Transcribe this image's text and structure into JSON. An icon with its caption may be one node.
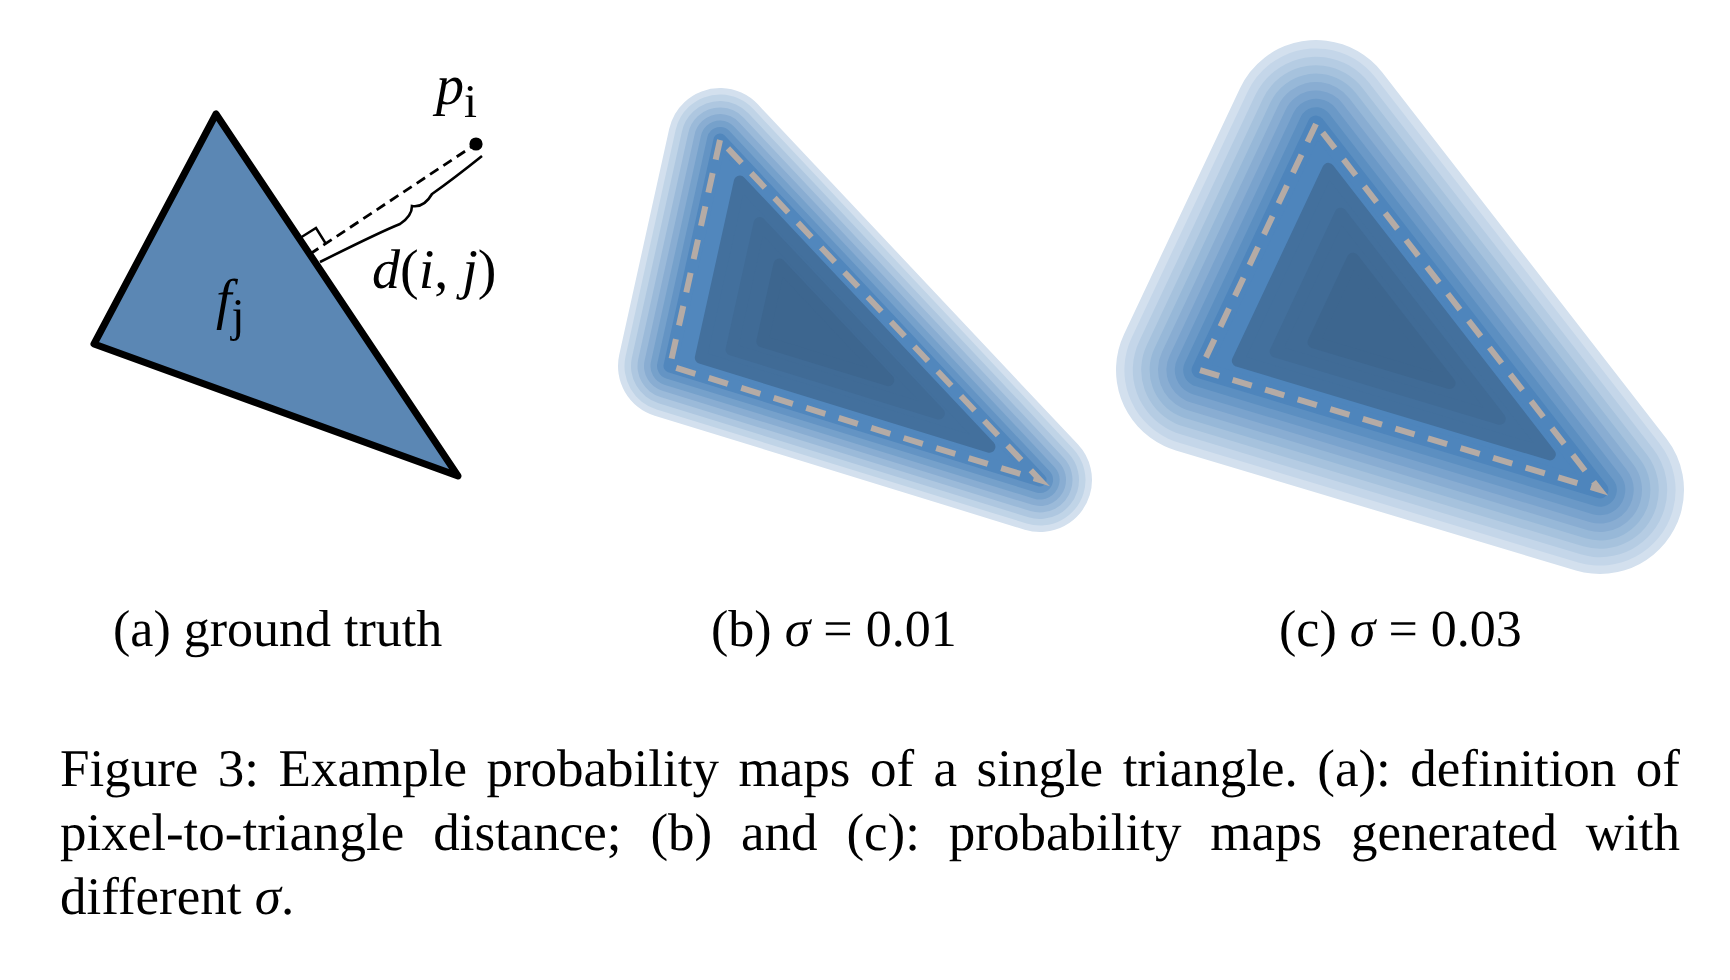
{
  "diagram": {
    "caption": "Figure 3: Example probability maps of a single triangle. (a): definition of pixel-to-triangle distance; (b) and (c): probability maps generated with different *σ*.",
    "nodes": [
      {
        "text": [
          "*f*$_{j}$"
        ]
      }
    ],
    "labels": [
      "*p*$_{i}$",
      "*d*(*i*, *j*)",
      "(a) ground truth",
      "(b) *σ* = 0.01",
      "(c) *σ* = 0.03"
    ]
  }
}
